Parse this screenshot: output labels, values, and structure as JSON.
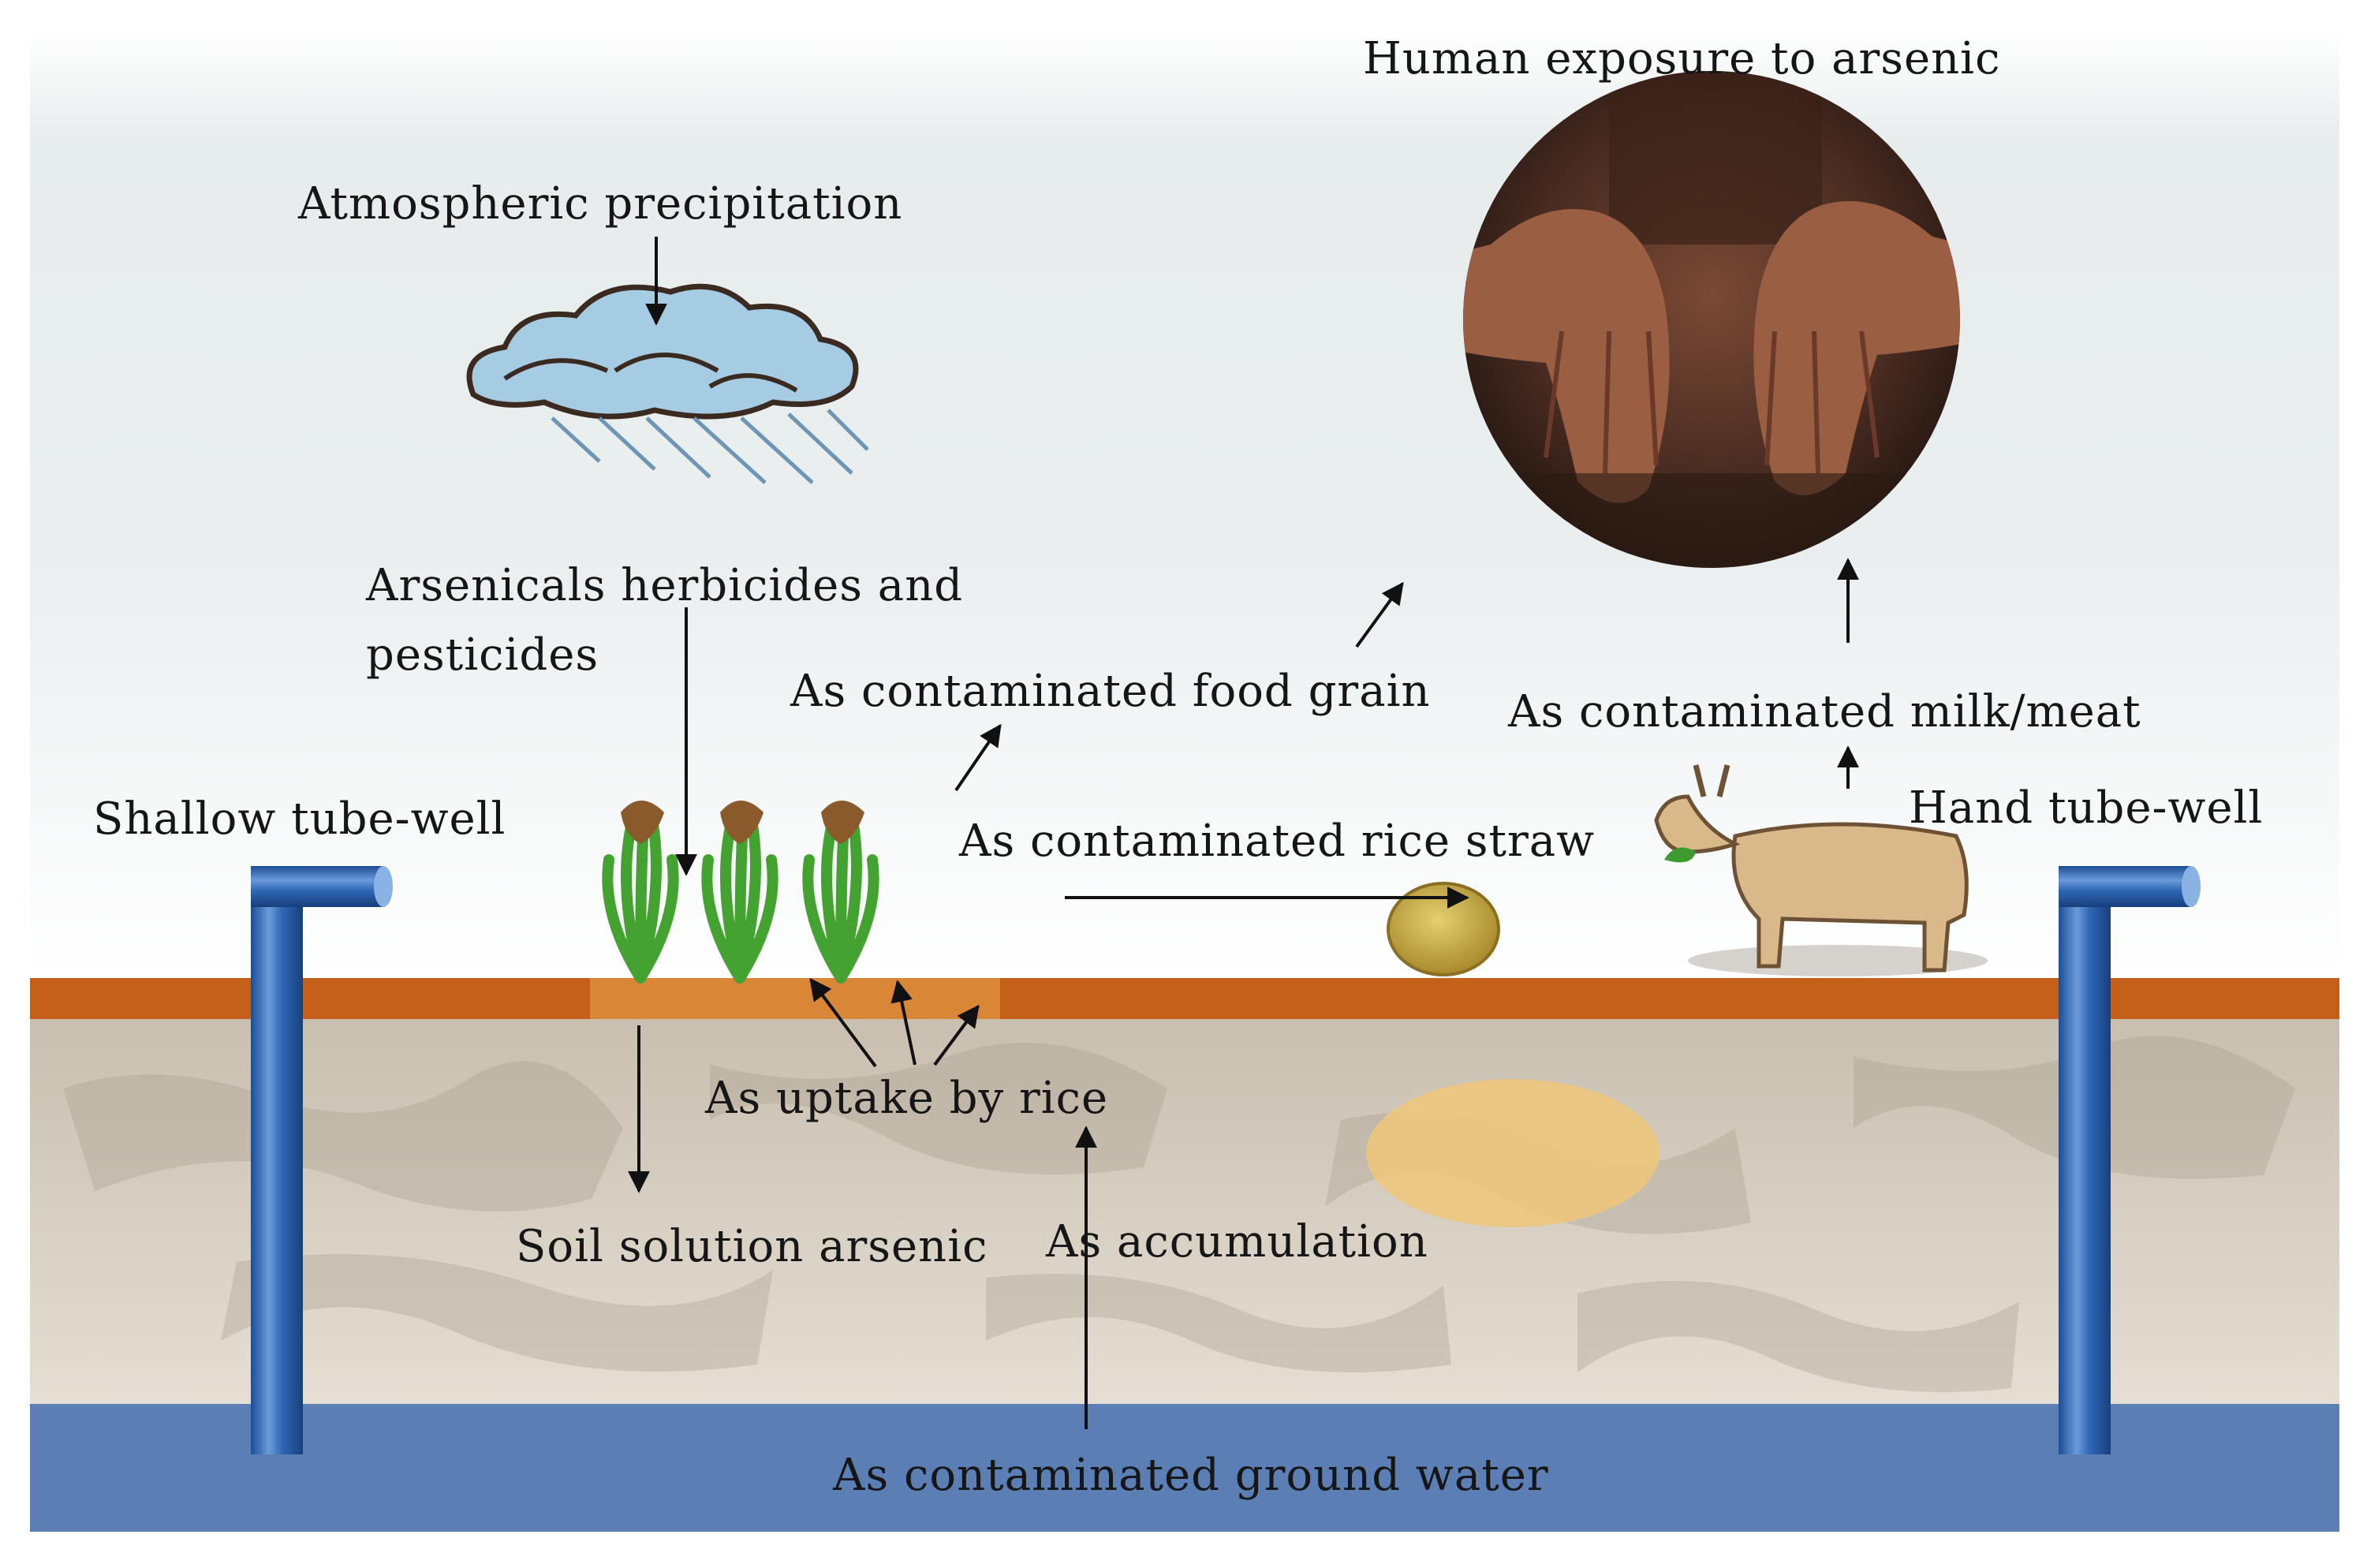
{
  "labels": {
    "human_exposure": "Human exposure to arsenic",
    "atmospheric": "Atmospheric precipitation",
    "herbicides_line1": "Arsenicals herbicides and",
    "herbicides_line2": "pesticides",
    "food_grain": "As contaminated food grain",
    "milk_meat": "As contaminated milk/meat",
    "shallow_well": "Shallow tube-well",
    "hand_well": "Hand tube-well",
    "rice_straw": "As contaminated rice straw",
    "uptake_rice": "As uptake by rice",
    "soil_solution": "Soil solution arsenic",
    "accumulation": "As accumulation",
    "ground_water": "As contaminated ground water"
  },
  "icons": [
    "cloud-rain-icon",
    "hands-photo-icon",
    "rice-plant-icon",
    "cow-icon",
    "hay-bale-icon",
    "tube-well-icon"
  ],
  "colors": {
    "ground_water": "#5b7fb4",
    "topsoil": "#c4601a",
    "pipe": "#2f66b4",
    "cloud": "#a6cce4",
    "rice": "#43a230",
    "soil": "#cfc6b6"
  }
}
